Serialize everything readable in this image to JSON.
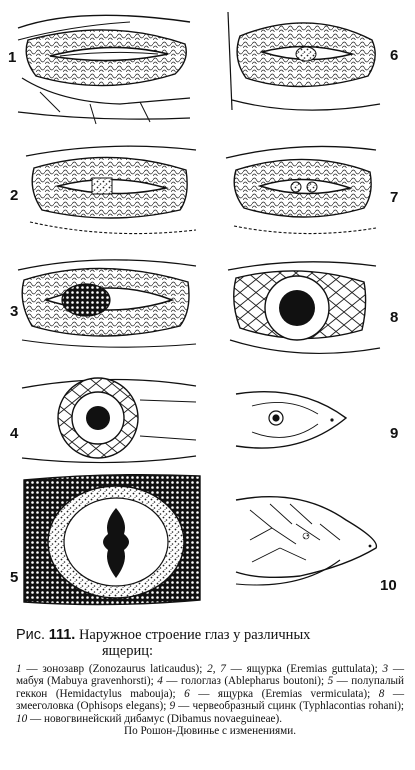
{
  "figure": {
    "panels": [
      {
        "id": "1"
      },
      {
        "id": "2"
      },
      {
        "id": "3"
      },
      {
        "id": "4"
      },
      {
        "id": "5"
      },
      {
        "id": "6"
      },
      {
        "id": "7"
      },
      {
        "id": "8"
      },
      {
        "id": "9"
      },
      {
        "id": "10"
      }
    ]
  },
  "caption": {
    "prefix": "Рис.",
    "number": "111.",
    "title_line1": "Наружное строение глаз у различных",
    "title_line2": "ящериц:",
    "entries": [
      {
        "num": "1",
        "text": "— зонозавр (Zonozaurus laticaudus);"
      },
      {
        "num": "2, 7",
        "text": "— ящурка (Eremias guttulata);"
      },
      {
        "num": "3",
        "text": "— мабуя (Mabuya gravenhorsti);"
      },
      {
        "num": "4",
        "text": "— гологлаз (Ablepharus boutoni);"
      },
      {
        "num": "5",
        "text": "— полупалый геккон (Hemidactylus mabouja);"
      },
      {
        "num": "6",
        "text": "— ящурка (Eremias vermiculata);"
      },
      {
        "num": "8",
        "text": "— змееголовка (Ophisops elegans);"
      },
      {
        "num": "9",
        "text": "— червеобразный сцинк (Typhlacontias rohani);"
      },
      {
        "num": "10",
        "text": "— новогвинейский дибамус (Dibamus novaeguineae)."
      }
    ],
    "source": "По Рошон-Дювинье с изменениями."
  }
}
